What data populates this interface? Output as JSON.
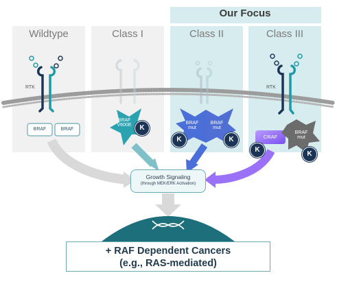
{
  "header": {
    "focus_label": "Our Focus"
  },
  "columns": [
    {
      "title": "Wildtype"
    },
    {
      "title": "Class I"
    },
    {
      "title": "Class II"
    },
    {
      "title": "Class III"
    }
  ],
  "labels": {
    "rtk_left": "RTK",
    "rtk_right": "RTK",
    "braf_a": "BRAF",
    "braf_b": "BRAF",
    "class1_braf": "BRAF",
    "class1_mut": "V600E",
    "class2_a1": "BRAF",
    "class2_a2": "mut",
    "class2_b1": "BRAF",
    "class2_b2": "mut",
    "craf": "CRAF",
    "class3_b1": "BRAF",
    "class3_b2": "mut",
    "kinase_badge": "K"
  },
  "growth": {
    "title": "Growth Signaling",
    "subtitle": "(through MEK/ERK Activation)"
  },
  "result": {
    "line1": "+ RAF Dependent Cancers",
    "line2": "(e.g., RAS-mediated)"
  },
  "colors": {
    "teal": "#1f9aa6",
    "navy": "#1c3557",
    "purple": "#8a5cf5",
    "blue": "#4a6fd8",
    "focus_bg": "#d8ecef",
    "column_bg": "#f2f2f2"
  }
}
